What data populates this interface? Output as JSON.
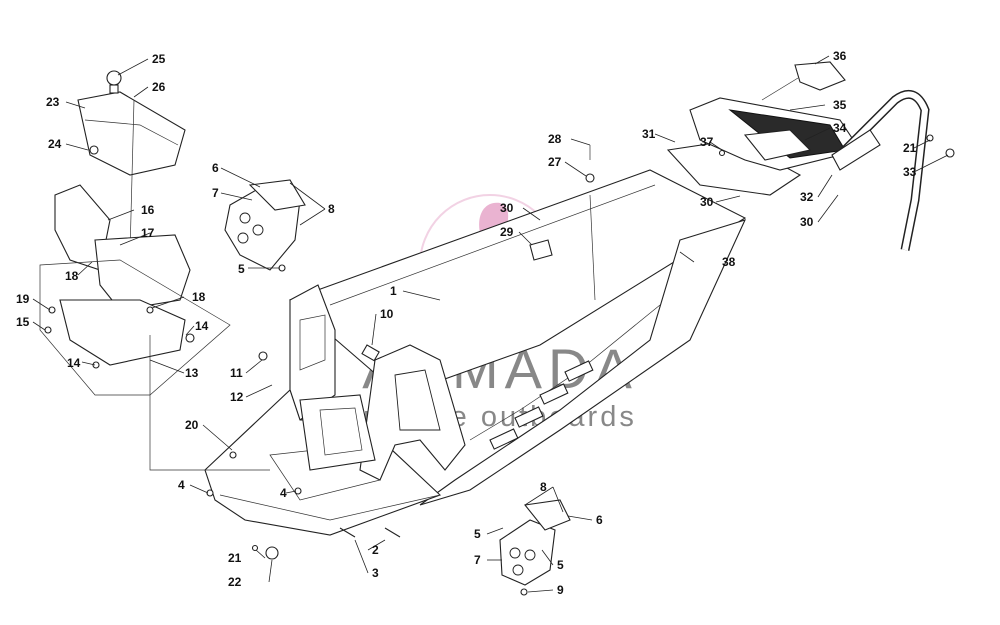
{
  "watermark": {
    "brand": "ARMADA",
    "tagline": "marine outboards",
    "logo_icon": "propeller-logo-icon",
    "logo_color": "#e6a6c9",
    "text_color": "#8a8a8a"
  },
  "callouts": {
    "c1": "1",
    "c2": "2",
    "c3": "3",
    "c4a": "4",
    "c4b": "4",
    "c5a": "5",
    "c5b": "5",
    "c5c": "5",
    "c6a": "6",
    "c6b": "6",
    "c7a": "7",
    "c7b": "7",
    "c8a": "8",
    "c8b": "8",
    "c9": "9",
    "c10": "10",
    "c11": "11",
    "c12": "12",
    "c13": "13",
    "c14a": "14",
    "c14b": "14",
    "c15": "15",
    "c16": "16",
    "c17": "17",
    "c18a": "18",
    "c18b": "18",
    "c19": "19",
    "c20": "20",
    "c21a": "21",
    "c21b": "21",
    "c22": "22",
    "c23": "23",
    "c24": "24",
    "c25": "25",
    "c26": "26",
    "c27": "27",
    "c28": "28",
    "c29": "29",
    "c30a": "30",
    "c30b": "30",
    "c30c": "30",
    "c31": "31",
    "c32": "32",
    "c33": "33",
    "c34": "34",
    "c35": "35",
    "c36": "36",
    "c37": "37",
    "c38": "38"
  }
}
